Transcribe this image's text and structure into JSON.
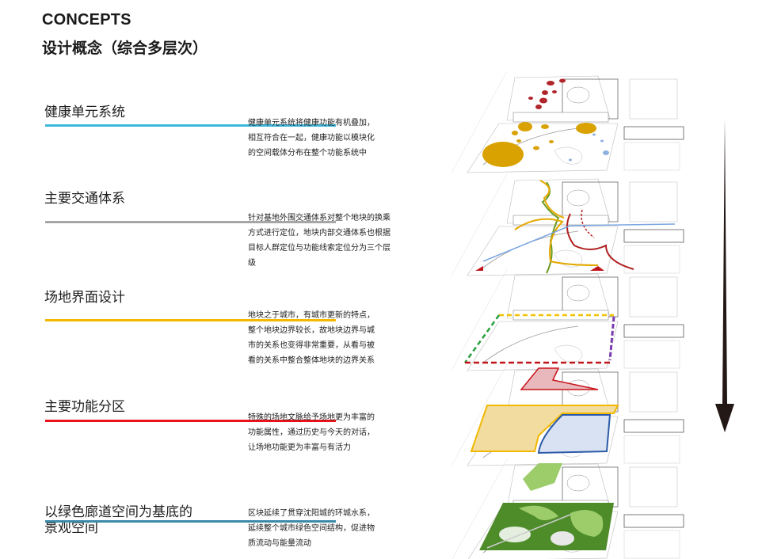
{
  "header": {
    "title_en": "CONCEPTS",
    "title_cn": "设计概念（综合多层次）"
  },
  "sections": [
    {
      "title": "健康单元系统",
      "line_color": "#3db8dc",
      "desc": [
        "健康单元系统将健康功能有机叠加，",
        "相互符合在一起，健康功能以模块化",
        "的空间载体分布在整个功能系统中"
      ]
    },
    {
      "title": "主要交通体系",
      "line_color": "#a6a6a6",
      "desc": [
        "针对基地外围交通体系对整个地块的换乘",
        "方式进行定位，地块内部交通体系也根据",
        "目标人群定位与功能线索定位分为三个层",
        "级"
      ]
    },
    {
      "title": "场地界面设计",
      "line_color": "#f5b800",
      "desc": [
        "地块之于城市，有城市更新的特点，",
        "整个地块边界较长，故地块边界与城",
        "市的关系也变得非常重要，从看与被",
        "看的关系中整合整体地块的边界关系"
      ]
    },
    {
      "title": "主要功能分区",
      "line_color": "#e8141b",
      "desc": [
        "特殊的场地文脉给予场地更为丰富的",
        "功能属性，通过历史与今天的对话，",
        "让场地功能更为丰富与有活力"
      ]
    },
    {
      "title_lines": [
        "以绿色廊道空间为基底的",
        "景观空间"
      ],
      "line_color": "#3a8aa8",
      "desc": [
        "区块延续了贯穿沈阳城的环城水系，",
        "延续整个城市绿色空间结构，促进物",
        "质流动与能量流动"
      ]
    }
  ],
  "diagram": {
    "layers": [
      "health-units",
      "traffic-system",
      "site-interface",
      "function-zones",
      "green-corridor"
    ],
    "colors": {
      "health_red": "#b0252a",
      "health_gold": "#d9a200",
      "health_blue": "#8fb0e0",
      "traffic_yellow": "#e5a800",
      "traffic_green": "#6a9a20",
      "traffic_red": "#b02020",
      "traffic_blue": "#7aa6e0",
      "edge_yellow": "#f2c200",
      "edge_green": "#2aa040",
      "edge_purple": "#7a3ab0",
      "edge_red": "#c0141a",
      "zone_red": "#c8141a",
      "zone_yellow": "#f0b800",
      "zone_blue": "#2d5aa8",
      "green_dark": "#4e8c2a",
      "green_light": "#9dcc6a"
    }
  },
  "arrow": {
    "direction": "down",
    "color": "#231815"
  }
}
